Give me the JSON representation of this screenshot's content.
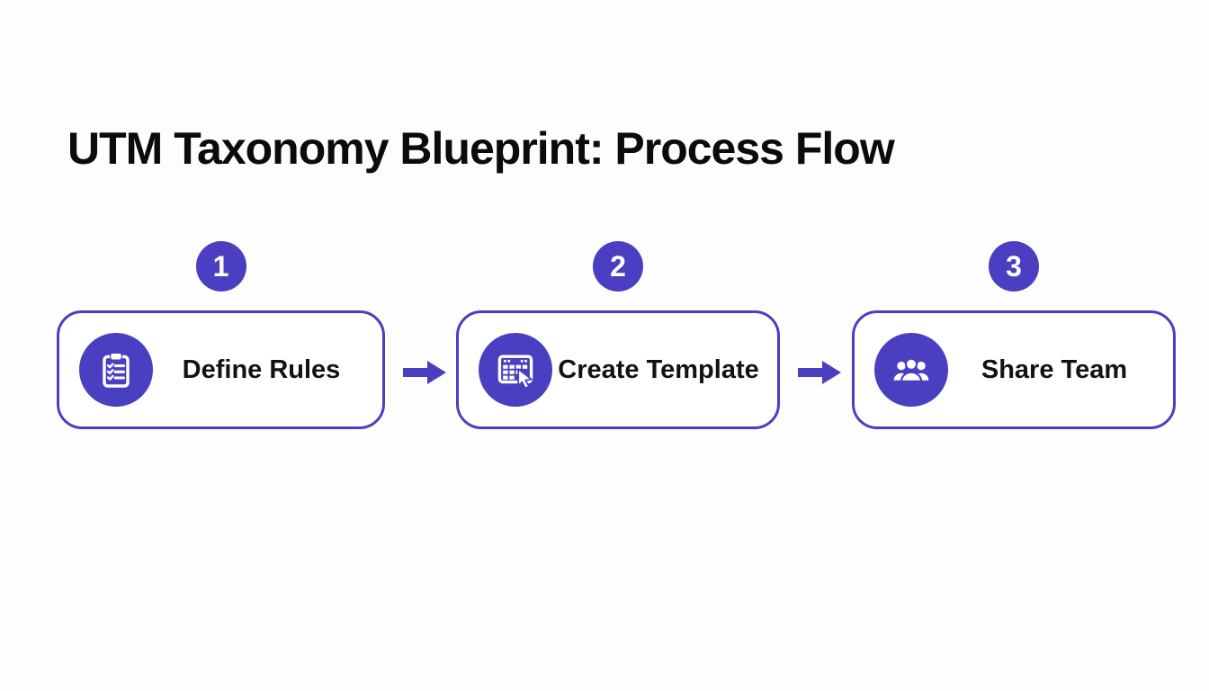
{
  "title": "UTM Taxonomy Blueprint: Process Flow",
  "colors": {
    "primary": "#4B3FC1",
    "background": "#FDFDFE",
    "text": "#0B0B0D"
  },
  "steps": [
    {
      "number": "1",
      "label": "Define Rules",
      "icon": "clipboard-checklist-icon"
    },
    {
      "number": "2",
      "label": "Create Template",
      "icon": "table-cursor-icon"
    },
    {
      "number": "3",
      "label": "Share Team",
      "icon": "team-users-icon"
    }
  ],
  "connectors": [
    {
      "type": "arrow-right"
    },
    {
      "type": "arrow-right"
    }
  ]
}
